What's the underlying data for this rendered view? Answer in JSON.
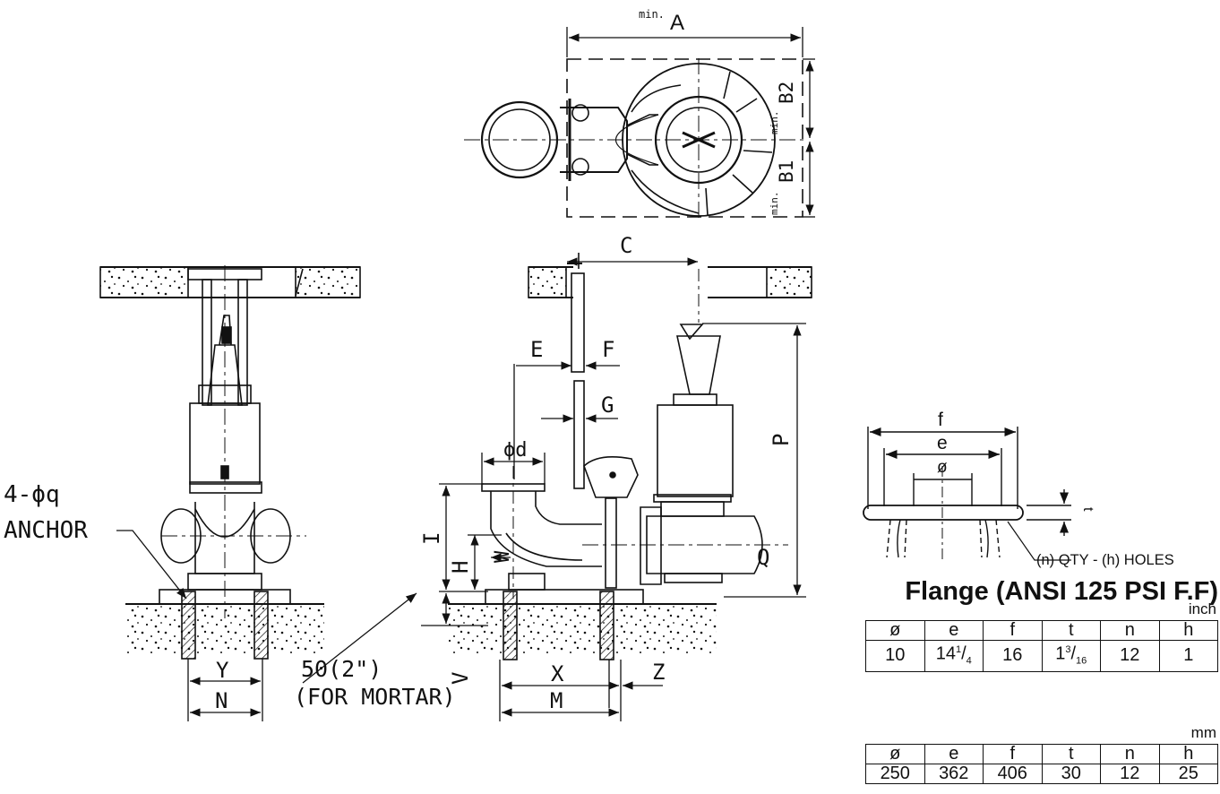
{
  "labels": {
    "A": "A",
    "min": "min.",
    "B1": "B1",
    "B2": "B2",
    "C": "C",
    "E": "E",
    "F": "F",
    "G": "G",
    "P": "P",
    "Q": "Q",
    "d": "ϕd",
    "I": "I",
    "H": "H",
    "W": "W",
    "V": "V",
    "X": "X",
    "Z": "Z",
    "M": "M",
    "Y": "Y",
    "N": "N",
    "anchor_line1": "4-ϕq",
    "anchor_line2": "ANCHOR",
    "mortar_line1": "50(2\")",
    "mortar_line2": "(FOR MORTAR)"
  },
  "flange": {
    "title": "Flange (ANSI 125 PSI F.F)",
    "label_f": "f",
    "label_e": "e",
    "label_phi": "ø",
    "label_t": "t",
    "holes_note": "(n) QTY - (h) HOLES",
    "inch_unit": "inch",
    "mm_unit": "mm",
    "headers": [
      "ø",
      "e",
      "f",
      "t",
      "n",
      "h"
    ],
    "inch_values": {
      "phi": "10",
      "e_whole": "14",
      "e_num": "1",
      "e_den": "4",
      "f": "16",
      "t_whole": "1",
      "t_num": "3",
      "t_den": "16",
      "n": "12",
      "h": "1"
    },
    "mm_values": [
      "250",
      "362",
      "406",
      "30",
      "12",
      "25"
    ]
  },
  "colors": {
    "ink": "#111111",
    "background": "#ffffff"
  }
}
